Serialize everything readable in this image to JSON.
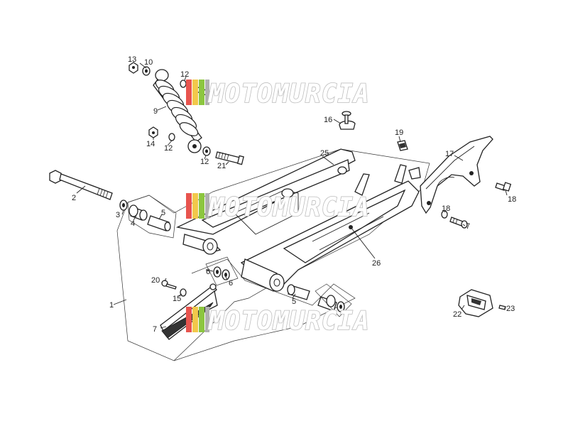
{
  "diagram": {
    "callouts": [
      {
        "id": "c1",
        "text": "1"
      },
      {
        "id": "c2",
        "text": "2"
      },
      {
        "id": "c3",
        "text": "3"
      },
      {
        "id": "c4",
        "text": "4"
      },
      {
        "id": "c5a",
        "text": "5"
      },
      {
        "id": "c5b",
        "text": "5"
      },
      {
        "id": "c6a",
        "text": "6"
      },
      {
        "id": "c6b",
        "text": "6"
      },
      {
        "id": "c7",
        "text": "7"
      },
      {
        "id": "c9",
        "text": "9"
      },
      {
        "id": "c10",
        "text": "10"
      },
      {
        "id": "c12a",
        "text": "12"
      },
      {
        "id": "c12b",
        "text": "12"
      },
      {
        "id": "c12c",
        "text": "12"
      },
      {
        "id": "c12d",
        "text": "12"
      },
      {
        "id": "c13a",
        "text": "13"
      },
      {
        "id": "c13b",
        "text": "13"
      },
      {
        "id": "c14",
        "text": "14"
      },
      {
        "id": "c15",
        "text": "15"
      },
      {
        "id": "c16",
        "text": "16"
      },
      {
        "id": "c17",
        "text": "17"
      },
      {
        "id": "c18",
        "text": "18"
      },
      {
        "id": "c19",
        "text": "19"
      },
      {
        "id": "c20",
        "text": "20"
      },
      {
        "id": "c21",
        "text": "21"
      },
      {
        "id": "c22",
        "text": "22"
      },
      {
        "id": "c23",
        "text": "23"
      },
      {
        "id": "c25",
        "text": "25"
      },
      {
        "id": "c26",
        "text": "26"
      }
    ]
  },
  "watermark": {
    "text": "MOTOMURCIA",
    "colors": [
      "#e8544e",
      "#f2c84b",
      "#8cc63f",
      "#b0b0b0"
    ]
  }
}
